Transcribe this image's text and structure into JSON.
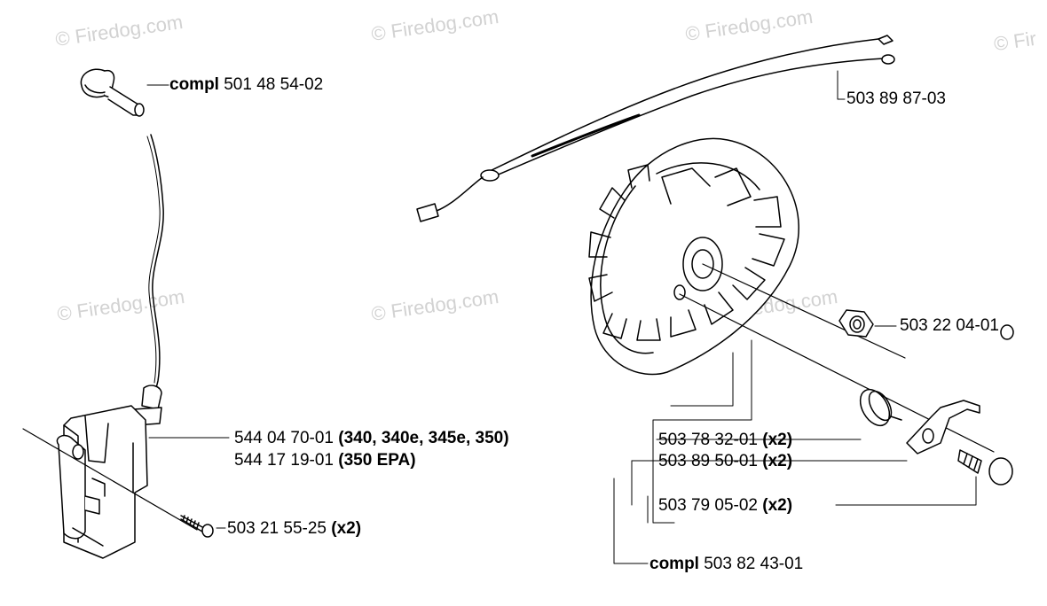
{
  "watermark": "© Firedog.com",
  "watermark_partial": "© Fir",
  "labels": {
    "spark_cap": {
      "bold": "compl",
      "text": " 501 48 54-02"
    },
    "wire_harness": {
      "text": "503 89 87-03"
    },
    "nut": {
      "text": "503 22 04-01"
    },
    "ignition_1": {
      "text": "544 04 70-01 ",
      "bold": "(340, 340e, 345e, 350)"
    },
    "ignition_2": {
      "text": "544 17 19-01 ",
      "bold": "(350 EPA)"
    },
    "screw": {
      "text": "503 21 55-25 ",
      "bold": "(x2)"
    },
    "pawl_spring": {
      "text": "503 78 32-01 ",
      "bold": "(x2)"
    },
    "pawl": {
      "text": "503 89 50-01 ",
      "bold": "(x2)"
    },
    "pawl_pin": {
      "text": "503 79 05-02 ",
      "bold": "(x2)"
    },
    "flywheel_compl": {
      "bold": "compl",
      "text": " 503 82 43-01"
    }
  }
}
